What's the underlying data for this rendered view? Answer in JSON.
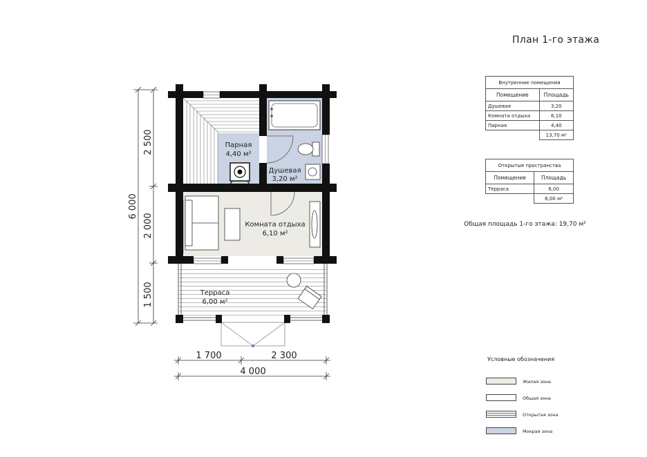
{
  "title": "План 1-го этажа",
  "interior_table": {
    "title": "Внутренние помещения",
    "headers": [
      "Помещение",
      "Площадь"
    ],
    "rows": [
      {
        "room": "Душевая",
        "area": "3,20"
      },
      {
        "room": "Комната отдыха",
        "area": "6,10"
      },
      {
        "room": "Парная",
        "area": "4,40"
      }
    ],
    "total": "13,70 м²"
  },
  "open_table": {
    "title": "Открытые пространства",
    "headers": [
      "Помещение",
      "Площадь"
    ],
    "rows": [
      {
        "room": "Терраса",
        "area": "6,00"
      }
    ],
    "total": "6,00 м²"
  },
  "total_area": "Общая площадь 1-го этажа:  19,70 м²",
  "legend": {
    "title": "Условные обозначения",
    "items": [
      {
        "label": "Жилая зона",
        "fill": "#ecebe6",
        "pattern": "solid"
      },
      {
        "label": "Общая зона",
        "fill": "#ffffff",
        "pattern": "solid"
      },
      {
        "label": "Открытая зона",
        "fill": "#ffffff",
        "pattern": "lines"
      },
      {
        "label": "Мокрая зона",
        "fill": "#c9d3e3",
        "pattern": "solid"
      }
    ]
  },
  "rooms": [
    {
      "name": "Парная",
      "area": "4,40 м²"
    },
    {
      "name": "Душевая",
      "area": "3,20 м²"
    },
    {
      "name": "Комната отдыха",
      "area": "6,10 м²"
    },
    {
      "name": "Терраса",
      "area": "6,00 м²"
    }
  ],
  "dimensions": {
    "vertical_total": "6 000",
    "vertical_segments": [
      "2 500",
      "2 000",
      "1 500"
    ],
    "horizontal_segments": [
      "1 700",
      "2 300"
    ],
    "horizontal_total": "4 000"
  },
  "colors": {
    "wall": "#111111",
    "wet_zone": "#c9d3e3",
    "living_zone": "#ecebe6",
    "line": "#555555"
  }
}
